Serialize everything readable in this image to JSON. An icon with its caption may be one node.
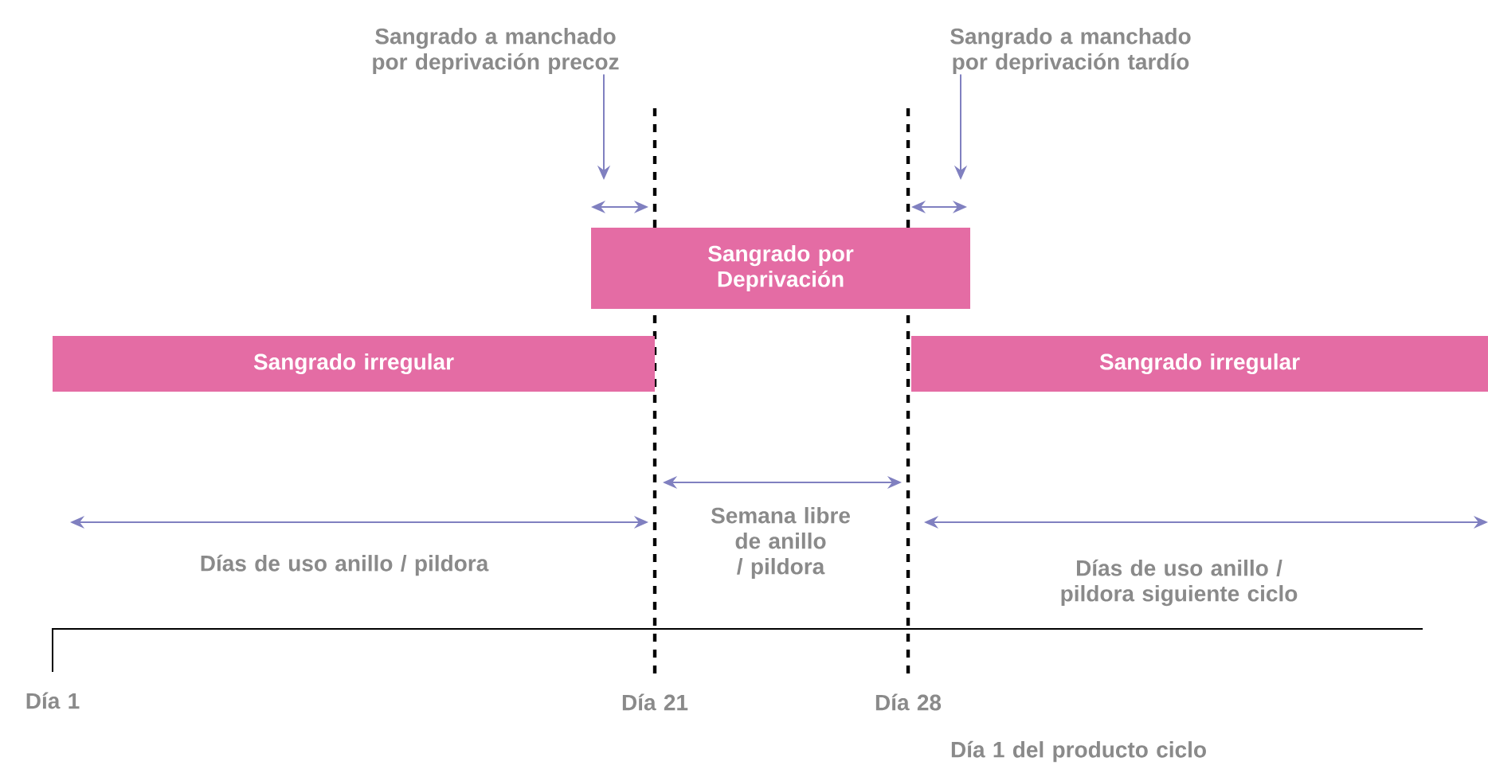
{
  "diagram": {
    "nodes": [
      {
        "text": [
          "Sangrado por Deprivación"
        ]
      },
      {
        "text": [
          "Sangrado irregular"
        ]
      },
      {
        "text": [
          "Sangrado irregular"
        ]
      },
      {
        "text": [
          "Sangrado a manchado por deprivación precoz"
        ]
      },
      {
        "text": [
          "Sangrado a manchado por deprivación tardío"
        ]
      }
    ],
    "edges": [
      {
        "from": 3,
        "to": null,
        "arrow": "to"
      },
      {
        "from": 4,
        "to": null,
        "arrow": "to"
      }
    ],
    "labels": [
      "Semana libre de anillo / pildora",
      "Días de uso anillo / pildora",
      "Días de uso anillo / pildora siguiente ciclo",
      "Día 1",
      "Día 21",
      "Día 28",
      "Día 1 del producto ciclo"
    ]
  }
}
